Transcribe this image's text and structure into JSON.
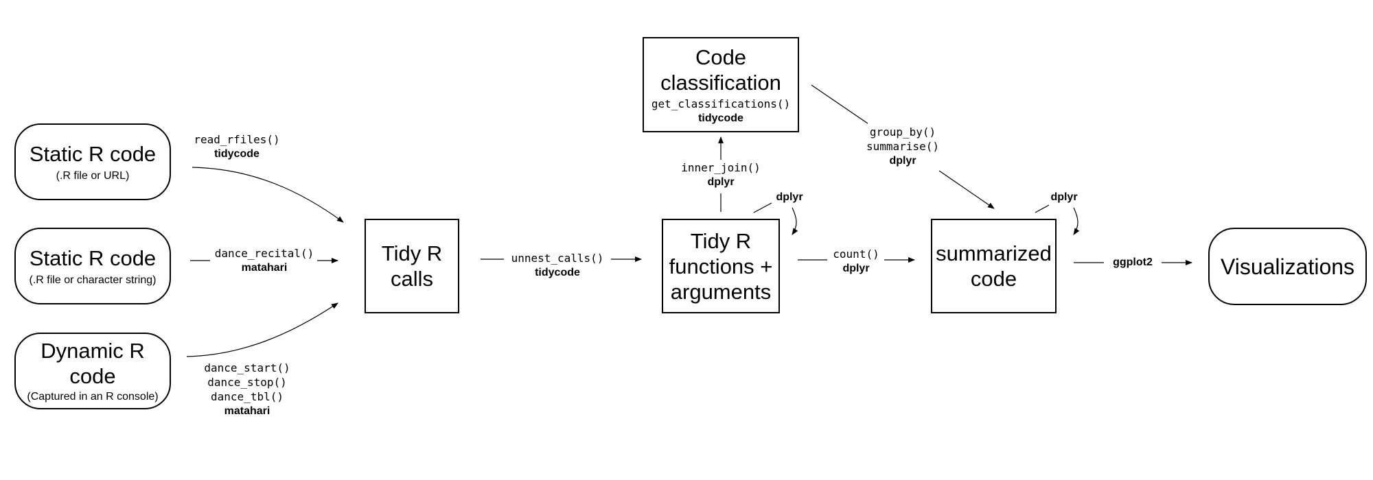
{
  "nodes": {
    "static_file": {
      "title": "Static R code",
      "subtitle": "(.R file or URL)"
    },
    "static_string": {
      "title": "Static R code",
      "subtitle": "(.R file or character string)"
    },
    "dynamic": {
      "title_1": "Dynamic R",
      "title_2": "code",
      "subtitle": "(Captured in an R console)"
    },
    "tidy_calls": {
      "line1": "Tidy R",
      "line2": "calls"
    },
    "tidy_functions": {
      "line1": "Tidy R",
      "line2": "functions +",
      "line3": "arguments"
    },
    "classification": {
      "line1": "Code",
      "line2": "classification",
      "function": "get_classifications()",
      "package": "tidycode"
    },
    "summarized": {
      "line1": "summarized",
      "line2": "code"
    },
    "visualizations": {
      "title": "Visualizations"
    }
  },
  "edges": {
    "read_rfiles": {
      "function": "read_rfiles()",
      "package": "tidycode"
    },
    "dance_recital": {
      "function": "dance_recital()",
      "package": "matahari"
    },
    "dance": {
      "fn1": "dance_start()",
      "fn2": "dance_stop()",
      "fn3": "dance_tbl()",
      "package": "matahari"
    },
    "unnest_calls": {
      "function": "unnest_calls()",
      "package": "tidycode"
    },
    "inner_join": {
      "function": "inner_join()",
      "package": "dplyr"
    },
    "self_loop_functions": {
      "package": "dplyr"
    },
    "count": {
      "function": "count()",
      "package": "dplyr"
    },
    "group_summarise": {
      "fn1": "group_by()",
      "fn2": "summarise()",
      "package": "dplyr"
    },
    "self_loop_summarized": {
      "package": "dplyr"
    },
    "ggplot2": {
      "package": "ggplot2"
    }
  }
}
